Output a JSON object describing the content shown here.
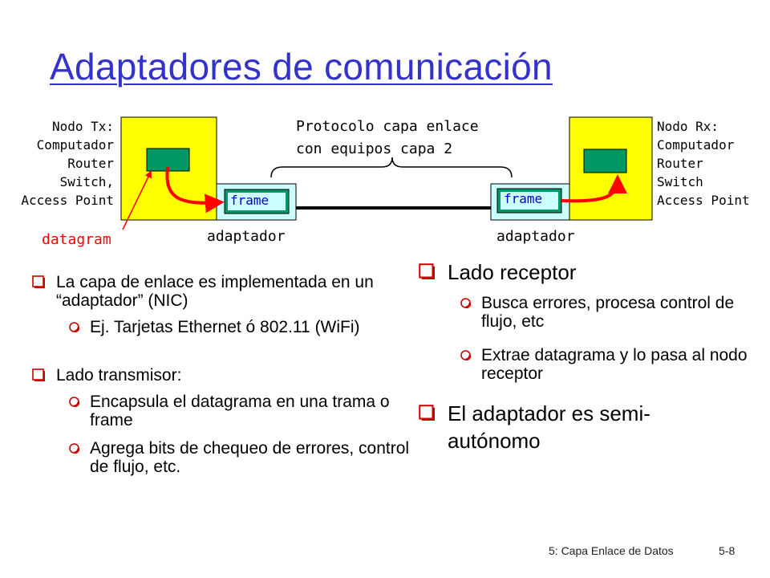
{
  "slide": {
    "title": "Adaptadores de comunicación",
    "footer_section": "5: Capa Enlace de Datos",
    "footer_page": "5-8"
  },
  "diagram": {
    "node_tx_label": "Nodo Tx:\nComputador\nRouter\nSwitch,\nAccess Point",
    "node_rx_label": "Nodo Rx:\nComputador\nRouter\nSwitch\nAccess Point",
    "protocol_label": "Protocolo capa enlace\ncon equipos capa 2",
    "frame_left": "frame",
    "frame_right": "frame",
    "adapter_left": "adaptador",
    "adapter_right": "adaptador",
    "datagram_label": "datagram",
    "colors": {
      "node_fill": "#ffff00",
      "adapter_fill": "#ccffff",
      "datagram_fill": "#009966",
      "arrow": "#ff0000",
      "title": "#3333cc",
      "bullet": "#cc0000"
    }
  },
  "left_bullets": {
    "item1": "La capa de enlace es implementada en un “adaptador” (NIC)",
    "item1_sub1": "Ej. Tarjetas Ethernet ó 802.11 (WiFi)",
    "item2": "Lado transmisor:",
    "item2_sub1": "Encapsula el datagrama en una trama o frame",
    "item2_sub2": "Agrega bits de chequeo de errores, control de flujo, etc."
  },
  "right_bullets": {
    "item1": "Lado receptor",
    "item1_sub1": "Busca errores, procesa control de flujo, etc",
    "item1_sub2": "Extrae datagrama y lo pasa al nodo receptor",
    "item2": "El adaptador es semi-autónomo"
  }
}
